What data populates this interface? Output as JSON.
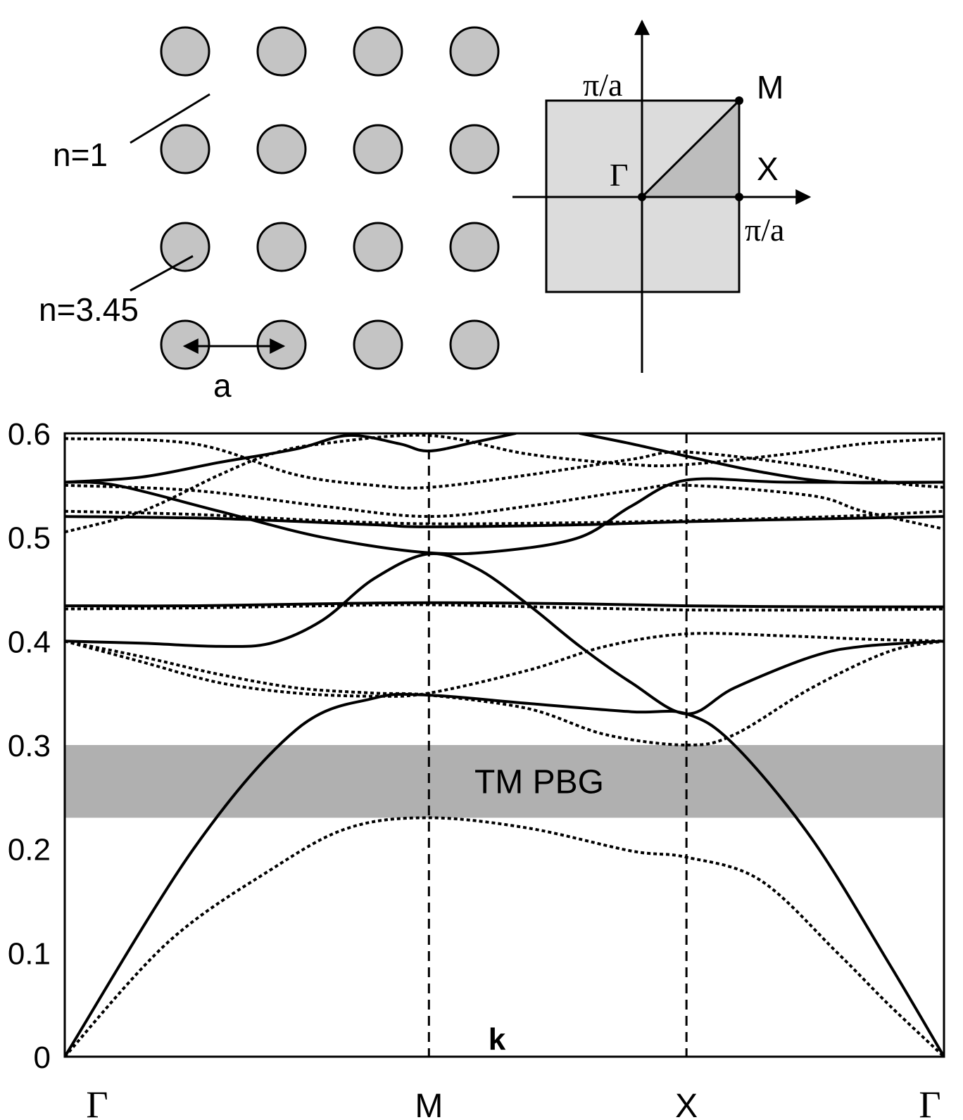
{
  "colors": {
    "rod": "#c4c4c4",
    "zone": "#dcdcdc",
    "irreducible": "#bdbdbd",
    "gap": "#b0b0b0",
    "ink": "#000000"
  },
  "lattice": {
    "rows": 4,
    "cols": 4,
    "label_background": "n=1",
    "label_rod": "n=3.45",
    "label_spacing": "a"
  },
  "zone": {
    "label_ky": "π/a",
    "label_kx": "π/a",
    "label_gamma": "Γ",
    "label_m": "M",
    "label_x": "X"
  },
  "chart_data": {
    "type": "line",
    "xlabel": "k",
    "ylabel": "",
    "ylim": [
      0,
      0.6
    ],
    "yticks": [
      "0",
      "0.1",
      "0.2",
      "0.3",
      "0.4",
      "0.5",
      "0.6"
    ],
    "x_points": [
      "Γ",
      "M",
      "X",
      "Γ"
    ],
    "x_positions": [
      0,
      1.414,
      2.414,
      3.414
    ],
    "band_gap": {
      "label": "TM PBG",
      "from": 0.23,
      "to": 0.3
    },
    "grid": false,
    "series": [
      {
        "style": "solid",
        "x": [
          0,
          0.5,
          0.9,
          1.2,
          1.414,
          1.8,
          2.2,
          2.414,
          2.6,
          2.9,
          3.2,
          3.414
        ],
        "y": [
          0,
          0.2,
          0.315,
          0.345,
          0.348,
          0.34,
          0.332,
          0.33,
          0.3,
          0.21,
          0.09,
          0
        ]
      },
      {
        "style": "solid",
        "x": [
          0,
          0.3,
          0.6,
          0.8,
          1.0,
          1.2,
          1.414,
          1.6,
          1.8,
          2.0,
          2.2,
          2.414,
          2.6,
          2.9,
          3.1,
          3.414
        ],
        "y": [
          0.4,
          0.398,
          0.395,
          0.398,
          0.42,
          0.46,
          0.484,
          0.47,
          0.435,
          0.395,
          0.36,
          0.33,
          0.355,
          0.385,
          0.395,
          0.4
        ]
      },
      {
        "style": "solid",
        "x": [
          0,
          0.5,
          1.0,
          1.414,
          2.0,
          2.414,
          3.0,
          3.414
        ],
        "y": [
          0.434,
          0.434,
          0.436,
          0.437,
          0.436,
          0.434,
          0.433,
          0.433
        ]
      },
      {
        "style": "solid",
        "x": [
          0,
          0.6,
          1.2,
          1.414,
          2.0,
          2.414,
          3.0,
          3.414
        ],
        "y": [
          0.52,
          0.518,
          0.512,
          0.51,
          0.512,
          0.515,
          0.518,
          0.52
        ]
      },
      {
        "style": "solid",
        "x": [
          0,
          0.2,
          0.6,
          1.0,
          1.414,
          1.7,
          2.0,
          2.2,
          2.414,
          2.8,
          3.414
        ],
        "y": [
          0.553,
          0.55,
          0.525,
          0.5,
          0.485,
          0.487,
          0.5,
          0.53,
          0.555,
          0.553,
          0.553
        ]
      },
      {
        "style": "solid",
        "x": [
          0,
          0.3,
          0.6,
          0.9,
          1.1,
          1.3,
          1.414,
          1.6,
          1.75
        ],
        "y": [
          0.553,
          0.558,
          0.572,
          0.585,
          0.598,
          0.59,
          0.583,
          0.592,
          0.6
        ]
      },
      {
        "style": "solid",
        "x": [
          2.0,
          2.2,
          2.414,
          2.7,
          3.0,
          3.414
        ],
        "y": [
          0.6,
          0.59,
          0.578,
          0.563,
          0.553,
          0.553
        ]
      },
      {
        "style": "dotted",
        "x": [
          0,
          0.4,
          0.8,
          1.1,
          1.414,
          1.8,
          2.2,
          2.414,
          2.7,
          3.0,
          3.2,
          3.414
        ],
        "y": [
          0,
          0.11,
          0.18,
          0.22,
          0.23,
          0.22,
          0.198,
          0.192,
          0.17,
          0.1,
          0.05,
          0
        ]
      },
      {
        "style": "dotted",
        "x": [
          0,
          0.3,
          0.6,
          0.9,
          1.2,
          1.414,
          1.8,
          2.1,
          2.414,
          2.6,
          2.9,
          3.2,
          3.414
        ],
        "y": [
          0.4,
          0.385,
          0.368,
          0.355,
          0.35,
          0.348,
          0.335,
          0.31,
          0.3,
          0.31,
          0.355,
          0.39,
          0.4
        ]
      },
      {
        "style": "dotted",
        "x": [
          0,
          0.3,
          0.6,
          0.9,
          1.2,
          1.414,
          1.8,
          2.1,
          2.414,
          2.8,
          3.1,
          3.414
        ],
        "y": [
          0.4,
          0.38,
          0.36,
          0.35,
          0.347,
          0.35,
          0.372,
          0.395,
          0.407,
          0.405,
          0.402,
          0.4
        ]
      },
      {
        "style": "dotted",
        "x": [
          0,
          0.5,
          1.0,
          1.414,
          2.0,
          2.414,
          3.0,
          3.414
        ],
        "y": [
          0.431,
          0.432,
          0.434,
          0.435,
          0.432,
          0.43,
          0.43,
          0.431
        ]
      },
      {
        "style": "dotted",
        "x": [
          0,
          0.5,
          1.0,
          1.414,
          2.0,
          2.414,
          3.0,
          3.414
        ],
        "y": [
          0.525,
          0.522,
          0.516,
          0.513,
          0.514,
          0.516,
          0.52,
          0.525
        ]
      },
      {
        "style": "dotted",
        "x": [
          0,
          0.5,
          1.0,
          1.414,
          1.8,
          2.2,
          2.414,
          2.9,
          3.1,
          3.414
        ],
        "y": [
          0.55,
          0.545,
          0.53,
          0.52,
          0.53,
          0.545,
          0.55,
          0.54,
          0.525,
          0.508
        ]
      },
      {
        "style": "dotted",
        "x": [
          0,
          0.3,
          0.6,
          0.8,
          1.0,
          1.414,
          1.8,
          2.2,
          2.414,
          2.8,
          3.1,
          3.414
        ],
        "y": [
          0.505,
          0.525,
          0.56,
          0.58,
          0.59,
          0.598,
          0.58,
          0.57,
          0.57,
          0.58,
          0.59,
          0.595
        ]
      },
      {
        "style": "dotted",
        "x": [
          0,
          0.5,
          0.9,
          1.2,
          1.414,
          1.8,
          2.2,
          2.414,
          2.9,
          3.2,
          3.414
        ],
        "y": [
          0.595,
          0.59,
          0.56,
          0.55,
          0.548,
          0.56,
          0.575,
          0.582,
          0.568,
          0.553,
          0.548
        ]
      }
    ]
  }
}
